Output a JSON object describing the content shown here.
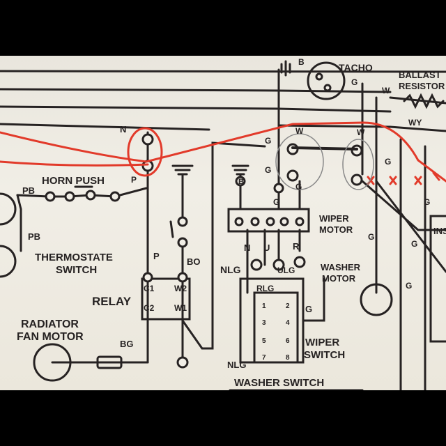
{
  "diagram": {
    "labels": {
      "tacho": "TACHO",
      "ballast_resistor_1": "BALLAST",
      "ballast_resistor_2": "RESISTOR",
      "horn_push": "HORN PUSH",
      "thermostat_1": "THERMOSTATE",
      "thermostat_2": "SWITCH",
      "relay": "RELAY",
      "radiator_1": "RADIATOR",
      "radiator_2": "FAN MOTOR",
      "wiper_motor_1": "WIPER",
      "wiper_motor_2": "MOTOR",
      "washer_motor_1": "WASHER",
      "washer_motor_2": "MOTOR",
      "wiper_switch_1": "WIPER",
      "wiper_switch_2": "SWITCH",
      "washer_switch": "WASHER SWITCH",
      "ins": "INS"
    },
    "wire_codes": {
      "b_top": "B",
      "g_top": "G",
      "w_top": "W",
      "wy": "WY",
      "n": "N",
      "p_top": "P",
      "pb1": "PB",
      "pb2": "PB",
      "g_left": "G",
      "w_left_switch": "W",
      "w_right_switch": "W",
      "g_mid": "G",
      "b_earth": "B",
      "g_mid2": "G",
      "g_mid3": "G",
      "g_right": "G",
      "g_right2": "G",
      "g_far": "G",
      "g_far2": "G",
      "g_wm": "G",
      "p_relay": "P",
      "bo": "BO",
      "bg": "BG",
      "n_motor": "N",
      "u_motor": "U",
      "r_motor": "R",
      "nlg": "NLG",
      "ulg": "ULG",
      "rlg": "RLG",
      "nlg2": "NLG",
      "g_ws": "G"
    },
    "relay_pins": {
      "c1": "C1",
      "c2": "C2",
      "w2": "W2",
      "w1": "W1"
    },
    "switch_pins": [
      "1",
      "2",
      "3",
      "4",
      "5",
      "6",
      "7",
      "8"
    ],
    "colors": {
      "paper": "#ece9e0",
      "ink": "#262222",
      "red_marker": "#e23a2a"
    }
  }
}
